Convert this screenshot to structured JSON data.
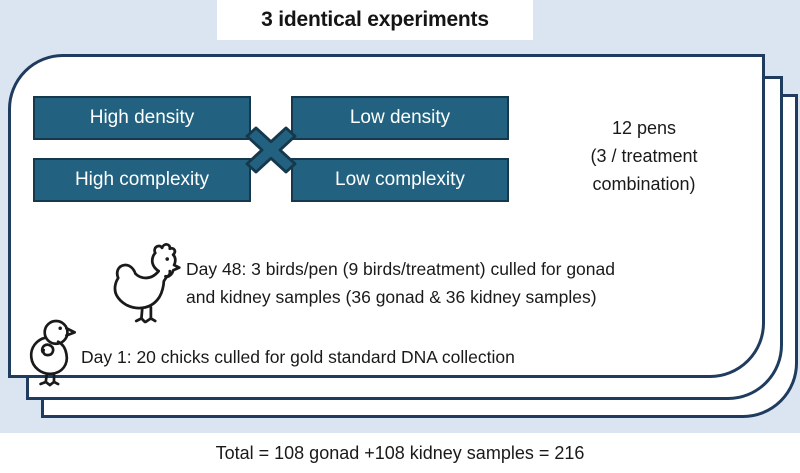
{
  "title": "3 identical experiments",
  "experiment": {
    "treatments": [
      {
        "label": "High density"
      },
      {
        "label": "Low density"
      },
      {
        "label": "High complexity"
      },
      {
        "label": "Low complexity"
      }
    ],
    "pens_note": [
      "12 pens",
      "(3 / treatment",
      "combination)"
    ],
    "day48_note": [
      "Day 48: 3 birds/pen (9 birds/treatment) culled for gonad",
      "and kidney samples (36 gonad & 36 kidney samples)"
    ],
    "day1_note": "Day 1: 20 chicks culled for gold standard DNA collection"
  },
  "total_note": "Total = 108 gonad +108 kidney samples = 216",
  "icons": {
    "cross": "multiply-cross-icon",
    "hen": "hen-icon",
    "chick": "chick-icon"
  },
  "colors": {
    "page_background": "#dbe5f2",
    "card_border_navy": "#1f3c5f",
    "treatment_fill_teal": "#226280",
    "treatment_border": "#16384d",
    "text": "#1a1a1a"
  }
}
